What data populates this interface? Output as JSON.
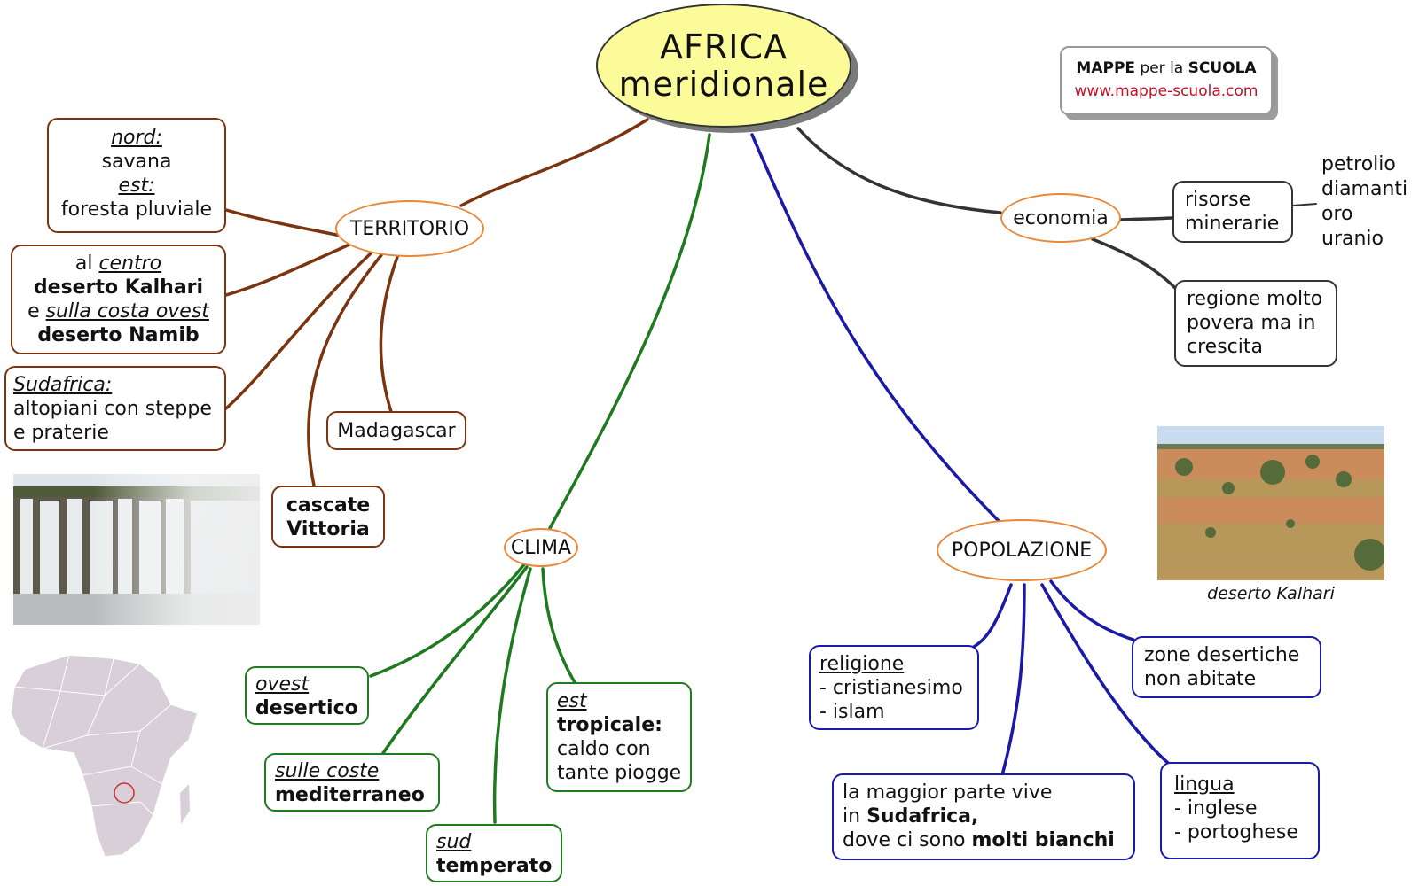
{
  "title": {
    "line1": "AFRICA",
    "line2": "meridionale"
  },
  "brand": {
    "word1": "MAPPE",
    "word2": "per la",
    "word3": "SCUOLA",
    "url": "www.mappe-scuola.com"
  },
  "territorio": {
    "label": "TERRITORIO",
    "box1": {
      "l1": "nord:",
      "l2": "savana",
      "l3": "est:",
      "l4": "foresta pluviale"
    },
    "box2": {
      "l1a": "al ",
      "l1b": "centro",
      "l2": "deserto Kalhari",
      "l3a": "e ",
      "l3b": "sulla costa ovest",
      "l4": "deserto Namib"
    },
    "box3": {
      "l1": "Sudafrica:",
      "l2": "altopiani con steppe",
      "l3": "e praterie"
    },
    "madagascar": "Madagascar",
    "cascate": {
      "l1": "cascate",
      "l2": "Vittoria"
    }
  },
  "clima": {
    "label": "CLIMA",
    "ovest": {
      "l1": "ovest",
      "l2": "desertico"
    },
    "coste": {
      "l1": "sulle coste",
      "l2": "mediterraneo"
    },
    "sud": {
      "l1": "sud",
      "l2": "temperato"
    },
    "est": {
      "l1": "est",
      "l2": "tropicale:",
      "l3": "caldo con",
      "l4": "tante piogge"
    }
  },
  "popolazione": {
    "label": "POPOLAZIONE",
    "religione": {
      "l1": "religione",
      "l2": "- cristianesimo",
      "l3": "- islam"
    },
    "zone": {
      "l1": "zone desertiche",
      "l2": "non abitate"
    },
    "maggior": {
      "l1": "la maggior parte vive",
      "l2a": "in ",
      "l2b": "Sudafrica,",
      "l3a": "dove ci sono ",
      "l3b": "molti bianchi"
    },
    "lingua": {
      "l1": "lingua",
      "l2": "- inglese",
      "l3": "- portoghese"
    }
  },
  "economia": {
    "label": "economia",
    "risorse": {
      "l1": "risorse",
      "l2": "minerarie"
    },
    "minerali": [
      "petrolio",
      "diamanti",
      "oro",
      "uranio"
    ],
    "regione": {
      "l1": "regione molto",
      "l2": "povera ma in",
      "l3": "crescita"
    }
  },
  "photo_caption": "deserto Kalhari",
  "colors": {
    "territorio": "#7a3510",
    "clima": "#1f7a1f",
    "popolazione": "#1a1aa6",
    "economia": "#333333",
    "title_fill": "#fbfb9a",
    "oval_border": "#e8893a"
  }
}
